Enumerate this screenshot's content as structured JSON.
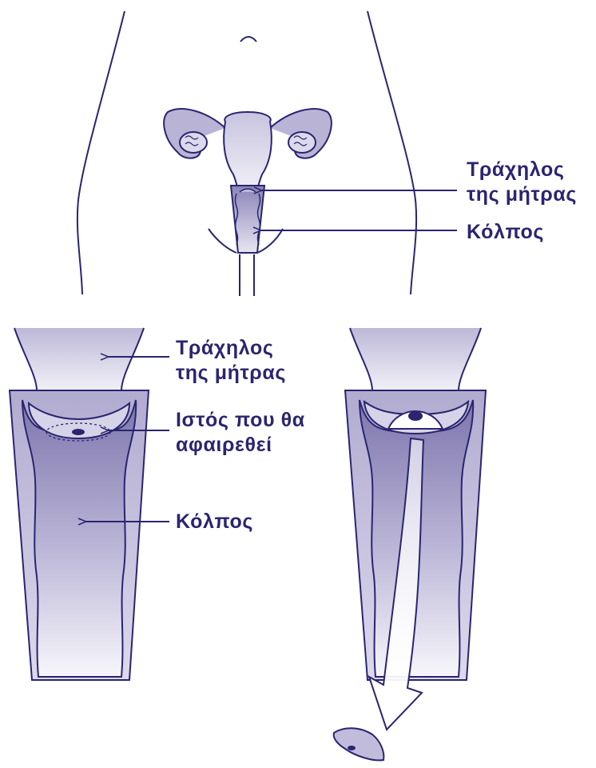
{
  "labels": {
    "top_cervix_line1": "Τράχηλος",
    "top_cervix_line2": "της μήτρας",
    "top_vagina": "Κόλπος",
    "left_cervix_line1": "Τράχηλος",
    "left_cervix_line2": "της μήτρας",
    "left_tissue_line1": "Ιστός που θα",
    "left_tissue_line2": "αφαιρεθεί",
    "left_vagina": "Κόλπος"
  },
  "colors": {
    "ink": "#2a2570",
    "fill_light": "#dcd9ea",
    "fill_mid": "#a9a3c9",
    "fill_dark": "#8079b0"
  }
}
